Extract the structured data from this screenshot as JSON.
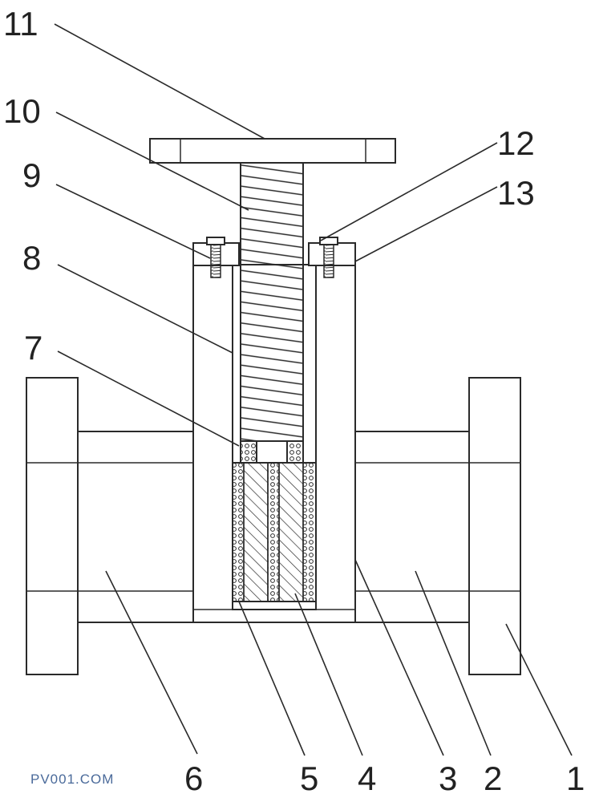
{
  "labels": {
    "n1": "1",
    "n2": "2",
    "n3": "3",
    "n4": "4",
    "n5": "5",
    "n6": "6",
    "n7": "7",
    "n8": "8",
    "n9": "9",
    "n10": "10",
    "n11": "11",
    "n12": "12",
    "n13": "13"
  },
  "watermark": "PV001.COM",
  "colors": {
    "line": "#2a2a2a",
    "watermark": "#4a6a9a"
  }
}
